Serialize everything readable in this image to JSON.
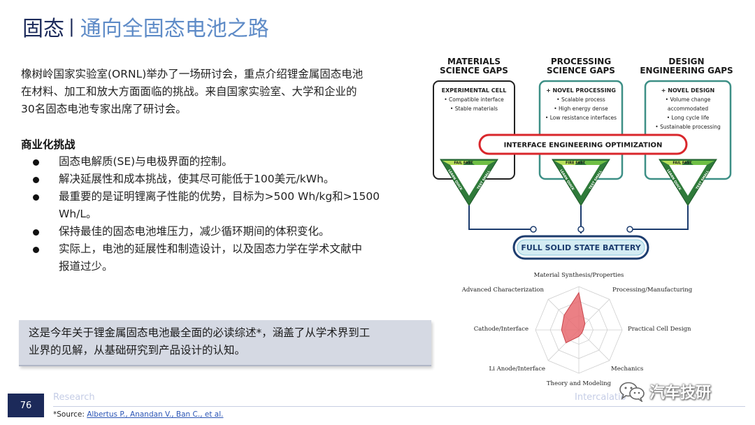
{
  "title": {
    "main": "固态",
    "separator": "|",
    "subtitle": "通向全固态电池之路"
  },
  "intro_lines": [
    "橡树岭国家实验室(ORNL)举办了一场研讨会，重点介绍锂金属固态电池",
    "在材料、加工和放大方面面临的挑战。来自国家实验室、大学和企业的",
    "30名固态电池专家出席了研讨会。"
  ],
  "section_heading": "商业化挑战",
  "bullets": [
    {
      "lines": [
        "固态电解质(SE)与电极界面的控制。"
      ]
    },
    {
      "lines": [
        "解决延展性和成本挑战，使其尽可能低于100美元/kWh。"
      ]
    },
    {
      "lines": [
        "最重要的是证明锂离子性能的优势，目标为>500 Wh/kg和>1500",
        "Wh/L。"
      ]
    },
    {
      "lines": [
        "保持最佳的固态电池堆压力，减少循环期间的体积变化。"
      ]
    },
    {
      "lines": [
        "实际上，电池的延展性和制造设计，以及固态力学在学术文献中",
        "报道过少。"
      ]
    }
  ],
  "callout_lines": [
    "这是今年关于锂金属固态电池最全面的必读综述*，涵盖了从学术界到工",
    "业界的见解，从基础研究到产品设计的认知。"
  ],
  "footer": {
    "page_number": "76",
    "left_label": "Research",
    "right_label": "Intercalatio",
    "source_prefix": "*Source: ",
    "source_link": "Albertus P., Anandan V., Ban C., et al."
  },
  "watermark": {
    "text": "汽车技研",
    "icon": "wechat-icon"
  },
  "diagram": {
    "columns": [
      {
        "heading": [
          "MATERIALS",
          "SCIENCE GAPS"
        ],
        "box_title": "EXPERIMENTAL CELL",
        "items": [
          "• Compatible interface",
          "• Stable materials"
        ],
        "border_color": "#222222"
      },
      {
        "heading": [
          "PROCESSING",
          "SCIENCE GAPS"
        ],
        "box_title": "+ NOVEL PROCESSING",
        "items": [
          "• Scalable process",
          "• High energy dense",
          "• Low resistance interfaces"
        ],
        "border_color": "#3d8f86"
      },
      {
        "heading": [
          "DESIGN",
          "ENGINEERING GAPS"
        ],
        "box_title": "+ NOVEL DESIGN",
        "items": [
          "• Volume change",
          "accommodated",
          "• Long cycle life",
          "• Sustainable processing"
        ],
        "border_color": "#3d8f86"
      }
    ],
    "interface_label": "INTERFACE ENGINEERING OPTIMIZATION",
    "battery_label": "FULL SOLID STATE BATTERY",
    "cycle_labels": [
      "FAIL FAST",
      "TEST SMALL",
      "LEARN QUICK"
    ],
    "cycle_labels_2": [
      "FIRE FAST",
      "TEST SMALL",
      "LEARN QUICK"
    ],
    "colors": {
      "green_light": "#9fd24a",
      "green_dark": "#2f8f3a",
      "red": "#d9262b",
      "navy": "#1c3c6e",
      "teal": "#3d8f86"
    }
  },
  "radar": {
    "axes": [
      "Material Synthesis/Properties",
      "Processing/Manufacturing",
      "Practical Cell Design",
      "Mechanics",
      "Theory and Modeling",
      "Li Anode/Interface",
      "Cathode/Interface",
      "Advanced Characterization"
    ],
    "values": [
      0.86,
      0.2,
      0.1,
      0.1,
      0.15,
      0.42,
      0.4,
      0.48
    ],
    "fill_color": "#e86a70"
  }
}
